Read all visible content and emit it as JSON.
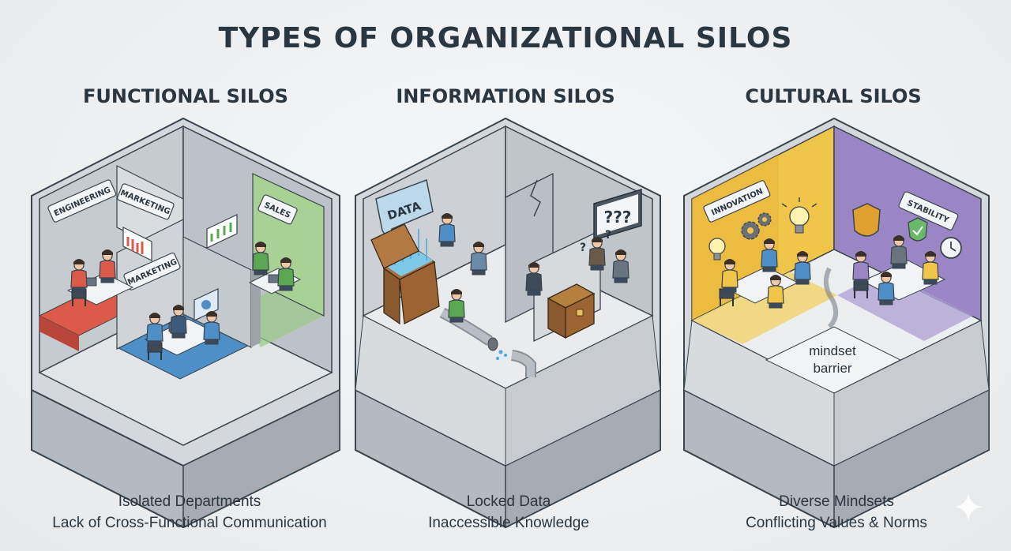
{
  "title": "TYPES OF ORGANIZATIONAL SILOS",
  "panels": [
    {
      "title": "FUNCTIONAL SILOS",
      "signs": [
        "ENGINEERING",
        "MARKETING",
        "SALES",
        "MARKETING"
      ],
      "caption": [
        "Isolated Departments",
        "Lack of Cross-Functional Communication"
      ]
    },
    {
      "title": "INFORMATION SILOS",
      "signs": [
        "DATA",
        "???",
        "?",
        "?"
      ],
      "caption": [
        "Locked Data",
        "Inaccessible Knowledge"
      ]
    },
    {
      "title": "CULTURAL SILOS",
      "signs": [
        "INNOVATION",
        "STABILITY"
      ],
      "floor_label": [
        "mindset",
        "barrier"
      ],
      "caption": [
        "Diverse Mindsets",
        "Conflicting Values & Norms"
      ]
    }
  ],
  "colors": {
    "red_zone": "#dc5a4a",
    "blue_zone": "#4f8fc8",
    "green_zone": "#9cc98a",
    "yellow_zone": "#f0c64a",
    "purple_zone": "#9a86c4",
    "wall": "#c9cdd1",
    "wall_dark": "#a8aeb4",
    "floor": "#e9ebed",
    "outline": "#3a444c"
  }
}
